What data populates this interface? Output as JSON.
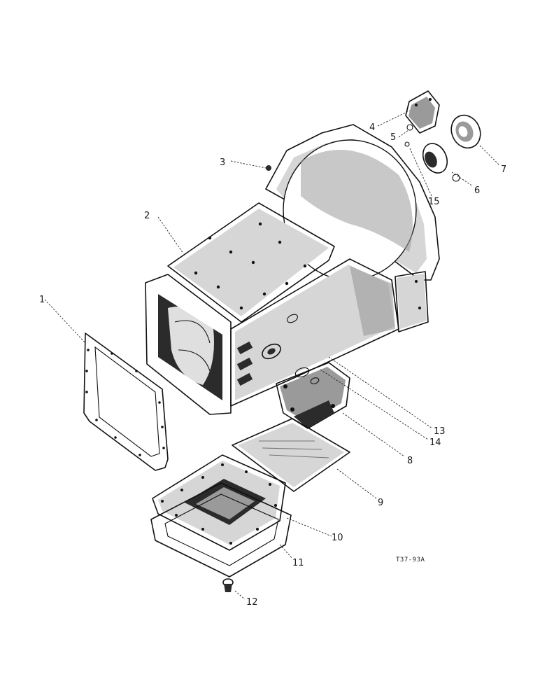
{
  "diagram": {
    "callouts": [
      "1",
      "2",
      "3",
      "4",
      "5",
      "6",
      "7",
      "8",
      "9",
      "10",
      "11",
      "12",
      "13",
      "14",
      "15"
    ],
    "reference_code": "T37-93A"
  }
}
